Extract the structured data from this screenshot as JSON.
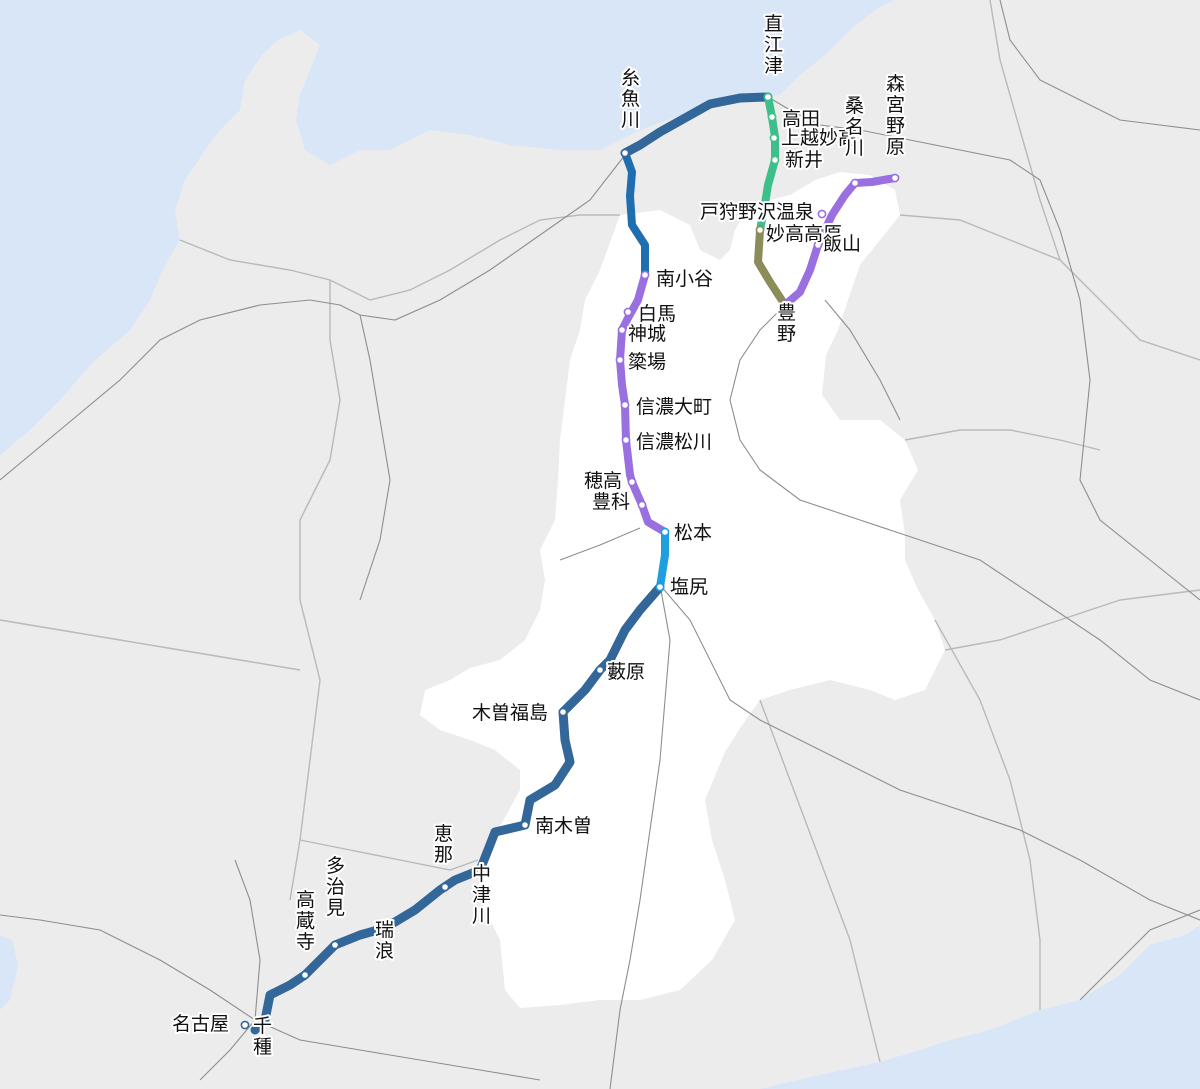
{
  "colors": {
    "sea": "#d9e6f7",
    "land": "#ececec",
    "highlight_region": "#ffffff",
    "shinonoi_chuo_line": "#336699",
    "oito_line_north": "#1f6fb0",
    "oito_line_south": "#9a6fe0",
    "shinonoi_short": "#1ea0e0",
    "myoko_line": "#3dbf8a",
    "shinano_railway": "#8c8c5a",
    "iiyama_line": "#9a6fe0"
  },
  "stations": [
    {
      "id": "naoetsu",
      "label": "直江津"
    },
    {
      "id": "takada",
      "label": "高田"
    },
    {
      "id": "joetsumyoko",
      "label": "上越妙高"
    },
    {
      "id": "arai",
      "label": "新井"
    },
    {
      "id": "itoigawa",
      "label": "糸魚川"
    },
    {
      "id": "morimiyanohara",
      "label": "森宮野原"
    },
    {
      "id": "kuwanagawa",
      "label": "桑名川"
    },
    {
      "id": "togarinozawaonsen",
      "label": "戸狩野沢温泉"
    },
    {
      "id": "myokokogen",
      "label": "妙高高原"
    },
    {
      "id": "iiyama",
      "label": "飯山"
    },
    {
      "id": "minamiotari",
      "label": "南小谷"
    },
    {
      "id": "hakuba",
      "label": "白馬"
    },
    {
      "id": "kamishiro",
      "label": "神城"
    },
    {
      "id": "yanaba",
      "label": "簗場"
    },
    {
      "id": "toyono",
      "label": "豊野"
    },
    {
      "id": "shinanoomachi",
      "label": "信濃大町"
    },
    {
      "id": "shinanomatsukawa",
      "label": "信濃松川"
    },
    {
      "id": "hotaka",
      "label": "穂高"
    },
    {
      "id": "toyoshina",
      "label": "豊科"
    },
    {
      "id": "matsumoto",
      "label": "松本"
    },
    {
      "id": "shiojiri",
      "label": "塩尻"
    },
    {
      "id": "yabuhara",
      "label": "藪原"
    },
    {
      "id": "kisofukushima",
      "label": "木曽福島"
    },
    {
      "id": "nagiso",
      "label": "南木曽"
    },
    {
      "id": "ena",
      "label": "恵那"
    },
    {
      "id": "nakatsugawa",
      "label": "中津川"
    },
    {
      "id": "tajimi",
      "label": "多治見"
    },
    {
      "id": "kozoji",
      "label": "高蔵寺"
    },
    {
      "id": "mizunami",
      "label": "瑞浪"
    },
    {
      "id": "nagoya",
      "label": "名古屋"
    },
    {
      "id": "chikusa",
      "label": "千種"
    }
  ]
}
